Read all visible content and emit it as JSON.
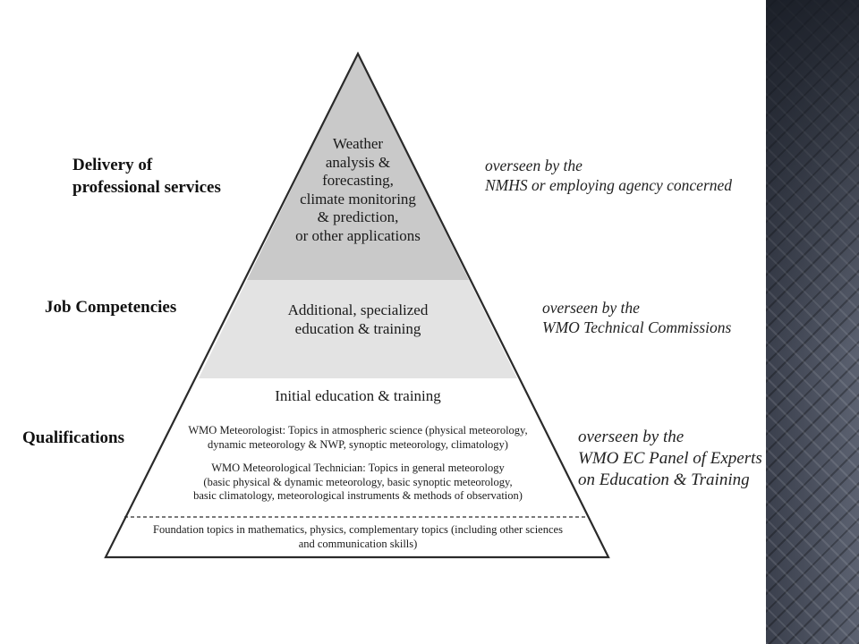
{
  "levels": {
    "delivery": {
      "label": [
        "Delivery of",
        "professional services"
      ],
      "content": [
        "Weather",
        "analysis &",
        "forecasting,",
        "climate monitoring",
        "& prediction,",
        "or other applications"
      ],
      "oversight": [
        "overseen by the",
        "NMHS or employing agency concerned"
      ]
    },
    "competencies": {
      "label": [
        "Job Competencies"
      ],
      "content": [
        "Additional, specialized",
        "education & training"
      ],
      "oversight": [
        "overseen by the",
        "WMO Technical Commissions"
      ]
    },
    "qualifications": {
      "label": [
        "Qualifications"
      ],
      "heading": "Initial education & training",
      "meteorologist": [
        "WMO Meteorologist: Topics in atmospheric science (physical meteorology,",
        "dynamic meteorology & NWP, synoptic meteorology, climatology)"
      ],
      "technician": [
        "WMO Meteorological Technician: Topics in general meteorology",
        "(basic physical & dynamic meteorology, basic synoptic meteorology,",
        "basic climatology, meteorological instruments & methods of observation)"
      ],
      "oversight": [
        "overseen by the",
        "WMO EC Panel of Experts",
        "on Education & Training"
      ]
    },
    "foundation": {
      "content": [
        "Foundation topics in mathematics, physics, complementary topics (including other sciences",
        "and communication skills)"
      ]
    }
  },
  "colors": {
    "apex_fill": "#c9c9c9",
    "middle_fill": "#e3e3e3",
    "base_fill": "#ffffff",
    "outline": "#2a2a2a",
    "sidebar": "#2f3440"
  }
}
